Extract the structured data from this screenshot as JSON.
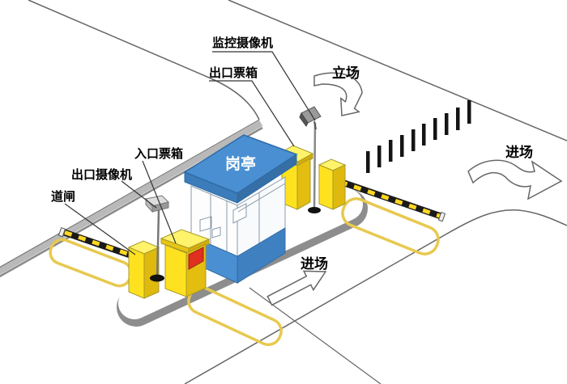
{
  "diagram": {
    "labels": {
      "surveillance_camera": "监控摄像机",
      "exit_ticket_box": "出口票箱",
      "leave": "立场",
      "enter_right": "进场",
      "entrance_ticket_box": "入口票箱",
      "exit_camera": "出口摄像机",
      "barrier_gate": "道闸",
      "guard_booth": "岗亭",
      "enter_bottom": "进场"
    },
    "colors": {
      "booth_blue": "#4a8fd2",
      "booth_blue_dark": "#366fa6",
      "machine_yellow": "#ffe21f",
      "machine_yellow_dark": "#dfb90e",
      "machine_yellow_light": "#fff36b",
      "marking_yellow": "#e7c94f",
      "stripe_black": "#1a1a1a",
      "curb_gray": "#a0a0a0",
      "red_panel": "#e03020",
      "line_gray": "#666666"
    }
  }
}
